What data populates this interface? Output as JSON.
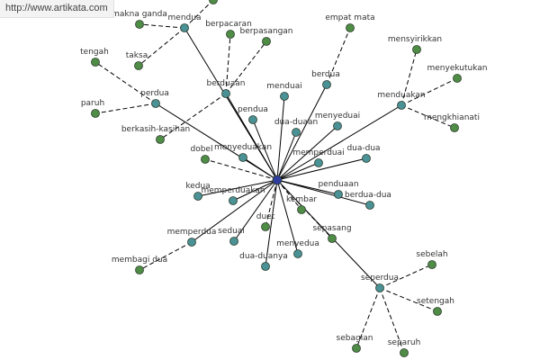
{
  "watermark": "http://www.artikata.com",
  "colors": {
    "center": "#2f3e9e",
    "inner": "#4a9296",
    "outer": "#4f8d46"
  },
  "center": "dua",
  "nodes": [
    {
      "id": "dua",
      "label": "",
      "kind": "center"
    },
    {
      "id": "mendua",
      "label": "mendua",
      "kind": "inner"
    },
    {
      "id": "makna-ganda",
      "label": "makna ganda",
      "kind": "outer"
    },
    {
      "id": "taksa",
      "label": "taksa",
      "kind": "outer"
    },
    {
      "id": "mendua-extra",
      "label": "",
      "kind": "outer"
    },
    {
      "id": "berpacaran",
      "label": "berpacaran",
      "kind": "outer"
    },
    {
      "id": "berpasangan",
      "label": "berpasangan",
      "kind": "outer"
    },
    {
      "id": "berduaan",
      "label": "berduaan",
      "kind": "inner"
    },
    {
      "id": "berkasih-kasihan",
      "label": "berkasih-kasihan",
      "kind": "outer"
    },
    {
      "id": "tengah",
      "label": "tengah",
      "kind": "outer"
    },
    {
      "id": "paruh",
      "label": "paruh",
      "kind": "outer"
    },
    {
      "id": "perdua",
      "label": "perdua",
      "kind": "inner"
    },
    {
      "id": "empat-mata",
      "label": "empat mata",
      "kind": "outer"
    },
    {
      "id": "berdua",
      "label": "berdua",
      "kind": "inner"
    },
    {
      "id": "menduai",
      "label": "menduai",
      "kind": "inner"
    },
    {
      "id": "pendua",
      "label": "pendua",
      "kind": "inner"
    },
    {
      "id": "dua-duaan",
      "label": "dua-duaan",
      "kind": "inner"
    },
    {
      "id": "menyeduai",
      "label": "menyeduai",
      "kind": "inner"
    },
    {
      "id": "memperduai",
      "label": "memperduai",
      "kind": "inner"
    },
    {
      "id": "dua-dua",
      "label": "dua-dua",
      "kind": "inner"
    },
    {
      "id": "menduakan",
      "label": "menduakan",
      "kind": "inner"
    },
    {
      "id": "mensyirikkan",
      "label": "mensyirikkan",
      "kind": "outer"
    },
    {
      "id": "menyekutukan",
      "label": "menyekutukan",
      "kind": "outer"
    },
    {
      "id": "mengkhianati",
      "label": "mengkhianati",
      "kind": "outer"
    },
    {
      "id": "dobel",
      "label": "dobel",
      "kind": "outer"
    },
    {
      "id": "menyeduakan",
      "label": "menyeduakan",
      "kind": "inner"
    },
    {
      "id": "kedua",
      "label": "kedua",
      "kind": "inner"
    },
    {
      "id": "memperduakan",
      "label": "memperduakan",
      "kind": "inner"
    },
    {
      "id": "penduaan",
      "label": "penduaan",
      "kind": "inner"
    },
    {
      "id": "berdua-dua",
      "label": "berdua-dua",
      "kind": "inner"
    },
    {
      "id": "kembar",
      "label": "kembar",
      "kind": "outer"
    },
    {
      "id": "duet",
      "label": "duet",
      "kind": "outer"
    },
    {
      "id": "seduai",
      "label": "seduai",
      "kind": "inner"
    },
    {
      "id": "memperdua",
      "label": "memperdua",
      "kind": "inner"
    },
    {
      "id": "membagi-dua",
      "label": "membagi dua",
      "kind": "outer"
    },
    {
      "id": "sepasang",
      "label": "sepasang",
      "kind": "outer"
    },
    {
      "id": "menyedua",
      "label": "menyedua",
      "kind": "inner"
    },
    {
      "id": "dua-duanya",
      "label": "dua-duanya",
      "kind": "inner"
    },
    {
      "id": "seperdua",
      "label": "seperdua",
      "kind": "inner"
    },
    {
      "id": "sebelah",
      "label": "sebelah",
      "kind": "outer"
    },
    {
      "id": "setengah",
      "label": "setengah",
      "kind": "outer"
    },
    {
      "id": "sebagian",
      "label": "sebagian",
      "kind": "outer"
    },
    {
      "id": "separuh",
      "label": "separuh",
      "kind": "outer"
    }
  ],
  "edges": [
    {
      "from": "dua",
      "to": "mendua",
      "style": "solid"
    },
    {
      "from": "dua",
      "to": "berduaan",
      "style": "solid"
    },
    {
      "from": "dua",
      "to": "perdua",
      "style": "solid"
    },
    {
      "from": "dua",
      "to": "berdua",
      "style": "solid"
    },
    {
      "from": "dua",
      "to": "menduai",
      "style": "solid"
    },
    {
      "from": "dua",
      "to": "pendua",
      "style": "solid"
    },
    {
      "from": "dua",
      "to": "dua-duaan",
      "style": "solid"
    },
    {
      "from": "dua",
      "to": "menyeduai",
      "style": "solid"
    },
    {
      "from": "dua",
      "to": "memperduai",
      "style": "solid"
    },
    {
      "from": "dua",
      "to": "dua-dua",
      "style": "solid"
    },
    {
      "from": "dua",
      "to": "menduakan",
      "style": "solid"
    },
    {
      "from": "dua",
      "to": "menyeduakan",
      "style": "solid"
    },
    {
      "from": "dua",
      "to": "kedua",
      "style": "solid"
    },
    {
      "from": "dua",
      "to": "memperduakan",
      "style": "solid"
    },
    {
      "from": "dua",
      "to": "penduaan",
      "style": "solid"
    },
    {
      "from": "dua",
      "to": "berdua-dua",
      "style": "solid"
    },
    {
      "from": "dua",
      "to": "seduai",
      "style": "solid"
    },
    {
      "from": "dua",
      "to": "memperdua",
      "style": "solid"
    },
    {
      "from": "dua",
      "to": "menyedua",
      "style": "solid"
    },
    {
      "from": "dua",
      "to": "dua-duanya",
      "style": "solid"
    },
    {
      "from": "dua",
      "to": "seperdua",
      "style": "solid"
    },
    {
      "from": "dua",
      "to": "dobel",
      "style": "dashed"
    },
    {
      "from": "dua",
      "to": "kembar",
      "style": "dashed"
    },
    {
      "from": "dua",
      "to": "duet",
      "style": "dashed"
    },
    {
      "from": "dua",
      "to": "sepasang",
      "style": "dashed"
    },
    {
      "from": "mendua",
      "to": "makna-ganda",
      "style": "dashed"
    },
    {
      "from": "mendua",
      "to": "taksa",
      "style": "dashed"
    },
    {
      "from": "mendua",
      "to": "mendua-extra",
      "style": "dashed"
    },
    {
      "from": "berduaan",
      "to": "berpacaran",
      "style": "dashed"
    },
    {
      "from": "berduaan",
      "to": "berpasangan",
      "style": "dashed"
    },
    {
      "from": "berduaan",
      "to": "berkasih-kasihan",
      "style": "dashed"
    },
    {
      "from": "perdua",
      "to": "tengah",
      "style": "dashed"
    },
    {
      "from": "perdua",
      "to": "paruh",
      "style": "dashed"
    },
    {
      "from": "berdua",
      "to": "empat-mata",
      "style": "dashed"
    },
    {
      "from": "menduakan",
      "to": "mensyirikkan",
      "style": "dashed"
    },
    {
      "from": "menduakan",
      "to": "menyekutukan",
      "style": "dashed"
    },
    {
      "from": "menduakan",
      "to": "mengkhianati",
      "style": "dashed"
    },
    {
      "from": "memperdua",
      "to": "membagi-dua",
      "style": "dashed"
    },
    {
      "from": "seperdua",
      "to": "sebelah",
      "style": "dashed"
    },
    {
      "from": "seperdua",
      "to": "setengah",
      "style": "dashed"
    },
    {
      "from": "seperdua",
      "to": "sebagian",
      "style": "dashed"
    },
    {
      "from": "seperdua",
      "to": "separuh",
      "style": "dashed"
    }
  ]
}
